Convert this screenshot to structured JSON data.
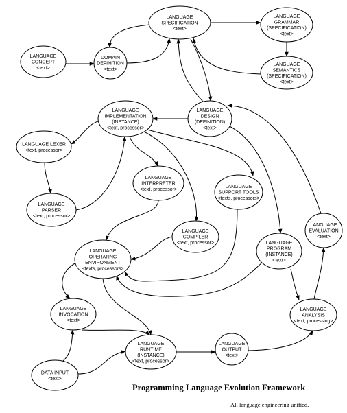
{
  "nodes": [
    {
      "id": "spec",
      "lines": [
        "LANGUAGE",
        "SPECIFICATION",
        "<text>"
      ]
    },
    {
      "id": "grammar",
      "lines": [
        "LANGUAGE",
        "GRAMMAR",
        "(SPECIFICATION)",
        "<text>"
      ]
    },
    {
      "id": "concept",
      "lines": [
        "LANGUAGE",
        "CONCEPT",
        "<text>"
      ]
    },
    {
      "id": "domain",
      "lines": [
        "DOMAIN",
        "DEFINITION",
        "<text>"
      ]
    },
    {
      "id": "semantics",
      "lines": [
        "LANGUAGE",
        "SEMANTICS",
        "(SPECIFICATION)",
        "<text>"
      ]
    },
    {
      "id": "impl",
      "lines": [
        "LANGUAGE",
        "IMPLEMENTATION",
        "(INSTANCE)",
        "<text, processor>"
      ]
    },
    {
      "id": "design",
      "lines": [
        "LANGUAGE",
        "DESIGN",
        "(DEFINITION)",
        "<text>"
      ]
    },
    {
      "id": "lexer",
      "lines": [
        "LANGUAGE LEXER",
        "<text, processor>"
      ]
    },
    {
      "id": "interp",
      "lines": [
        "LANGUAGE",
        "INTERPRETER",
        "<text, processor>"
      ]
    },
    {
      "id": "support",
      "lines": [
        "LANGUAGE",
        "SUPPORT TOOLS",
        "<texts, processors>"
      ]
    },
    {
      "id": "parser",
      "lines": [
        "LANGUAGE",
        "PARSER",
        "<text, processor>"
      ]
    },
    {
      "id": "compiler",
      "lines": [
        "LANGUAGE",
        "COMPILER",
        "<text, processor>"
      ]
    },
    {
      "id": "eval",
      "lines": [
        "LANGUAGE",
        "EVALUATION",
        "<text>"
      ]
    },
    {
      "id": "openv",
      "lines": [
        "LANGUAGE",
        "OPERATING",
        "ENVIRONMENT",
        "<texts, processors>"
      ]
    },
    {
      "id": "program",
      "lines": [
        "LANGUAGE",
        "PROGRAM",
        "(INSTANCE)",
        "<text>"
      ]
    },
    {
      "id": "invoc",
      "lines": [
        "LANGUAGE",
        "INVOCATION",
        "<text>"
      ]
    },
    {
      "id": "analysis",
      "lines": [
        "LANGUAGE",
        "ANALYSIS",
        "<text, processing>"
      ]
    },
    {
      "id": "runtime",
      "lines": [
        "LANGUAGE",
        "RUNTIME",
        "(INSTANCE)",
        "<text, processor>"
      ]
    },
    {
      "id": "output",
      "lines": [
        "LANGUAGE",
        "OUTPUT",
        "<text>"
      ]
    },
    {
      "id": "datain",
      "lines": [
        "DATA INPUT",
        "<text>"
      ]
    }
  ],
  "edges": [
    [
      "concept",
      "domain"
    ],
    [
      "domain",
      "spec"
    ],
    [
      "spec",
      "domain"
    ],
    [
      "spec",
      "grammar"
    ],
    [
      "grammar",
      "semantics"
    ],
    [
      "semantics",
      "spec"
    ],
    [
      "spec",
      "design"
    ],
    [
      "design",
      "spec"
    ],
    [
      "design",
      "impl"
    ],
    [
      "impl",
      "lexer"
    ],
    [
      "lexer",
      "parser"
    ],
    [
      "parser",
      "impl"
    ],
    [
      "impl",
      "interp"
    ],
    [
      "impl",
      "compiler"
    ],
    [
      "impl",
      "support"
    ],
    [
      "design",
      "program"
    ],
    [
      "interp",
      "openv"
    ],
    [
      "compiler",
      "openv"
    ],
    [
      "support",
      "openv"
    ],
    [
      "program",
      "openv"
    ],
    [
      "program",
      "analysis"
    ],
    [
      "openv",
      "invoc"
    ],
    [
      "openv",
      "runtime"
    ],
    [
      "invoc",
      "runtime"
    ],
    [
      "datain",
      "invoc"
    ],
    [
      "datain",
      "runtime"
    ],
    [
      "runtime",
      "output"
    ],
    [
      "output",
      "analysis"
    ],
    [
      "analysis",
      "eval"
    ],
    [
      "eval",
      "design"
    ]
  ],
  "caption": {
    "title": "Programming Language Evolution Framework",
    "subtitle": "All language engineering unified."
  }
}
